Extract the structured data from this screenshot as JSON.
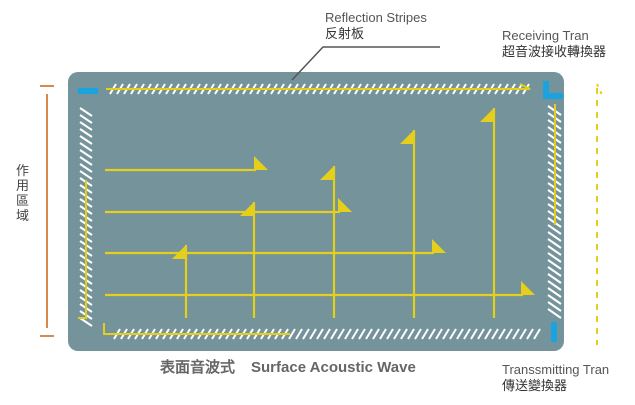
{
  "labels": {
    "reflection": {
      "en": "Reflection Stripes",
      "zh": "反射板"
    },
    "receiving": {
      "en": "Receiving Tran",
      "zh": "超音波接收轉換器"
    },
    "transmitting": {
      "en": "Transsmitting Tran",
      "zh": "傳送變換器"
    },
    "active_area": {
      "zh": "作用區域"
    },
    "title": {
      "zh": "表面音波式",
      "en": "Surface Acoustic Wave"
    }
  },
  "colors": {
    "panel": "#74939a",
    "wave": "#e6cf1a",
    "stripe": "#ffffff",
    "transducer": "#1aa3de",
    "dimension": "#d9894a",
    "leader": "#555555"
  },
  "waves": {
    "horizontal_count": 4,
    "vertical_count": 5
  }
}
